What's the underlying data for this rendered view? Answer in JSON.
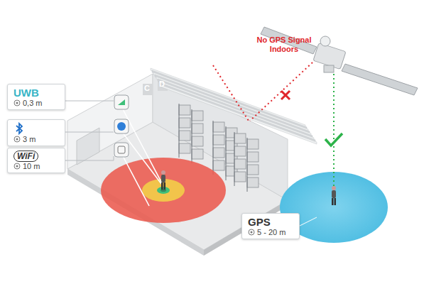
{
  "diagram": {
    "nodes": [
      {
        "text": [
          "UWB",
          "0,3 m"
        ]
      },
      {
        "text": [
          "3 m"
        ]
      },
      {
        "text": [
          "WiFi",
          "10 m"
        ]
      },
      {
        "text": [
          "GPS",
          "5 - 20 m"
        ]
      }
    ],
    "edges": [],
    "labels": [
      "No GPS Signal Indoors",
      "C",
      "D"
    ]
  }
}
